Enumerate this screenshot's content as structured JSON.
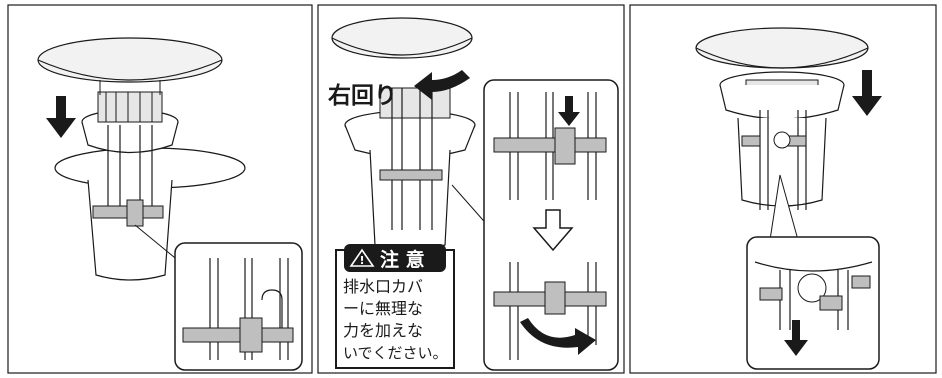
{
  "panels": [
    {
      "id": "step-1"
    },
    {
      "id": "step-2",
      "rotate_label": "右回り"
    },
    {
      "id": "step-3"
    }
  ],
  "caution": {
    "title": "注 意",
    "lines": [
      "排水口カバ",
      "ーに無理な",
      "力を加えな",
      "いでください。"
    ]
  },
  "colors": {
    "line": "#1a1a1a",
    "metal": "#bfbfbf",
    "part": "#d9d9d9",
    "background": "#ffffff"
  }
}
